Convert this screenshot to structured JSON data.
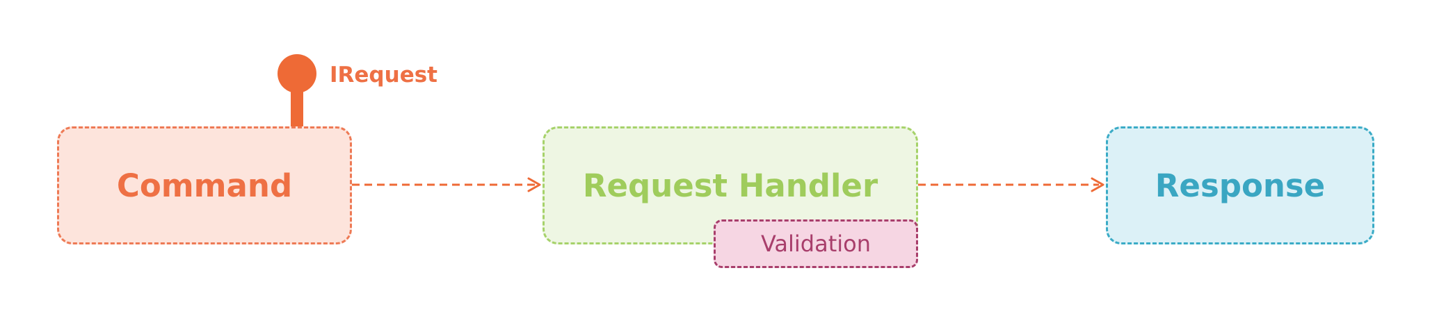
{
  "nodes": {
    "command": "Command",
    "request_handler": "Request Handler",
    "validation": "Validation",
    "response": "Response"
  },
  "interface_label": "IRequest",
  "colors": {
    "orange": "#ee7044",
    "green": "#9fcc5c",
    "teal": "#3aa6c2",
    "magenta": "#a83e6b"
  },
  "edges": [
    {
      "from": "Command",
      "to": "Request Handler",
      "style": "dashed-arrow"
    },
    {
      "from": "Request Handler",
      "to": "Response",
      "style": "dashed-arrow"
    }
  ]
}
